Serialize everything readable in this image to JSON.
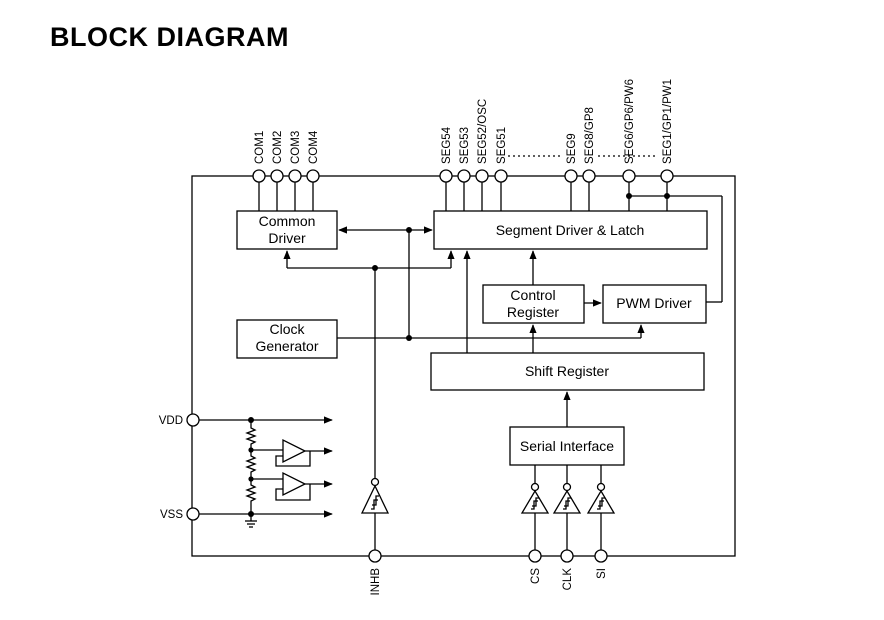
{
  "title": "BLOCK DIAGRAM",
  "blocks": {
    "common_driver": [
      "Common",
      "Driver"
    ],
    "segment_driver": "Segment Driver & Latch",
    "control_register": [
      "Control",
      "Register"
    ],
    "pwm_driver": "PWM Driver",
    "clock_generator": [
      "Clock",
      "Generator"
    ],
    "shift_register": "Shift Register",
    "serial_interface": "Serial Interface"
  },
  "pins": {
    "top": [
      "COM1",
      "COM2",
      "COM3",
      "COM4",
      "SEG54",
      "SEG53",
      "SEG52/OSC",
      "SEG51",
      "SEG9",
      "SEG8/GP8",
      "SEG6/GP6/PW6",
      "SEG1/GP1/PW1"
    ],
    "left": [
      "VDD",
      "VSS"
    ],
    "bottom": [
      "INHB",
      "CS",
      "CLK",
      "SI"
    ]
  }
}
